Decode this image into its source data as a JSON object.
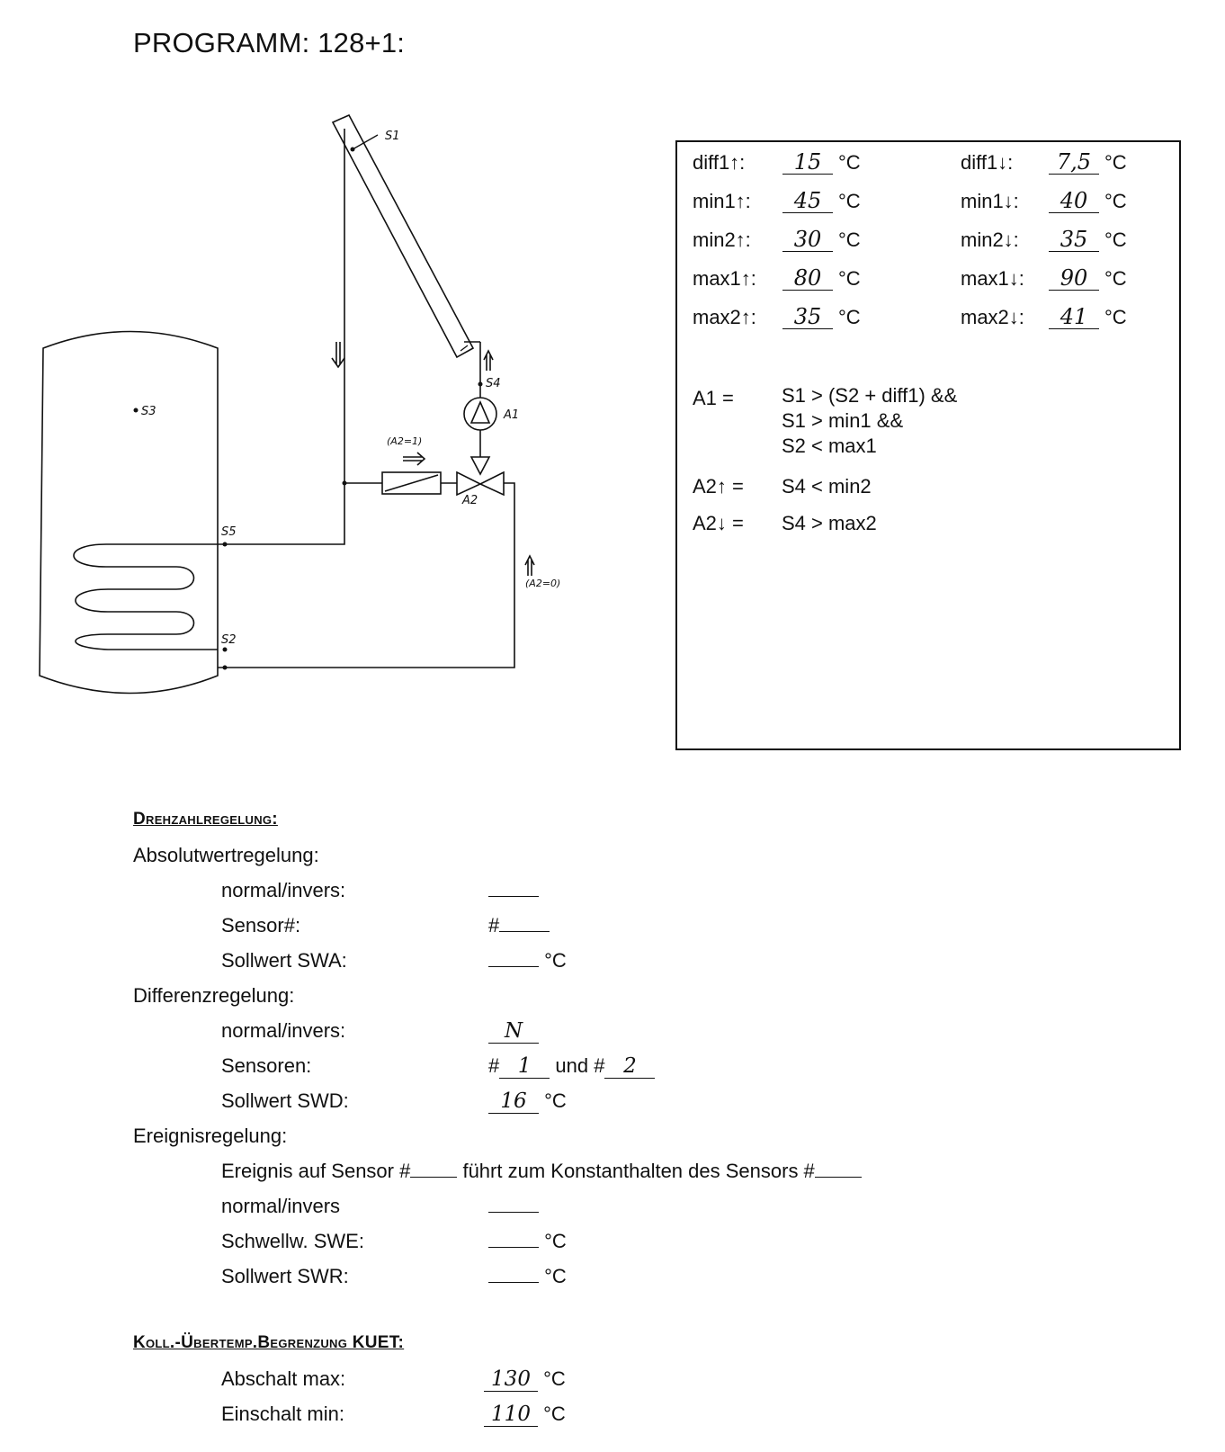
{
  "title": "PROGRAMM: 128+1:",
  "diagram": {
    "labels": {
      "s1": "S1",
      "s3": "S3",
      "s4": "S4",
      "a1": "A1",
      "a2": "A2",
      "s5": "S5",
      "s2": "S2",
      "a2_1": "(A2=1)",
      "a2_0": "(A2=0)"
    }
  },
  "params": {
    "unit": "°C",
    "rows": [
      {
        "left_label": "diff1↑:",
        "left_value": "15",
        "right_label": "diff1↓:",
        "right_value": "7,5"
      },
      {
        "left_label": "min1↑:",
        "left_value": "45",
        "right_label": "min1↓:",
        "right_value": "40"
      },
      {
        "left_label": "min2↑:",
        "left_value": "30",
        "right_label": "min2↓:",
        "right_value": "35"
      },
      {
        "left_label": "max1↑:",
        "left_value": "80",
        "right_label": "max1↓:",
        "right_value": "90"
      },
      {
        "left_label": "max2↑:",
        "left_value": "35",
        "right_label": "max2↓:",
        "right_value": "41"
      }
    ],
    "logic": {
      "a1_label": "A1 =",
      "a1_lines": [
        "S1 > (S2 + diff1)  &&",
        "S1 > min1  &&",
        "S2 < max1"
      ],
      "a2up_label": "A2↑ =",
      "a2up_expr": "S4 < min2",
      "a2down_label": "A2↓ =",
      "a2down_expr": "S4 > max2"
    }
  },
  "drehzahl": {
    "heading": "Drehzahlregelung:",
    "absolut": {
      "label": "Absolutwertregelung:",
      "normal_label": "normal/invers:",
      "normal_value": "",
      "sensor_label": "Sensor#:",
      "sensor_prefix": "#",
      "sensor_value": "",
      "sollwert_label": "Sollwert SWA:",
      "sollwert_value": "",
      "unit": "°C"
    },
    "differenz": {
      "label": "Differenzregelung:",
      "normal_label": "normal/invers:",
      "normal_value": "N",
      "sensoren_label": "Sensoren:",
      "sensor_prefix": "#",
      "sensor1": "1",
      "und": "und #",
      "sensor2": "2",
      "sollwert_label": "Sollwert SWD:",
      "sollwert_value": "16",
      "unit": "°C"
    },
    "ereignis": {
      "label": "Ereignisregelung:",
      "text1": "Ereignis auf Sensor #",
      "sensor_a": "",
      "text2": " führt zum Konstanthalten des Sensors #",
      "sensor_b": "",
      "normal_label": "normal/invers",
      "normal_value": "",
      "schwell_label": "Schwellw. SWE:",
      "schwell_value": "",
      "sollwert_label": "Sollwert SWR:",
      "sollwert_value": "",
      "unit": "°C"
    }
  },
  "kuet": {
    "heading": "Koll.-Übertemp.Begrenzung KUET:",
    "abschalt_label": "Abschalt max:",
    "abschalt_value": "130",
    "einschalt_label": "Einschalt min:",
    "einschalt_value": "110",
    "unit": "°C"
  }
}
